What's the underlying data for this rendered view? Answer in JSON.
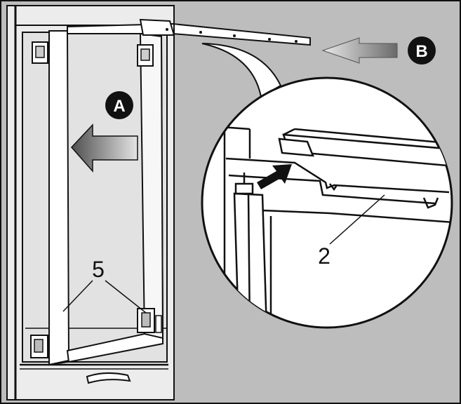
{
  "labels": {
    "arrow_a": "A",
    "arrow_b": "B",
    "part_2": "2",
    "part_5": "5"
  },
  "colors": {
    "wall": "#bdbdbd",
    "cabinet": "#ececec",
    "frame": "#ffffff",
    "detail_bg": "#ffffff",
    "line": "#111111",
    "badge": "#111111",
    "badge_text": "#ffffff",
    "arrow_dark": "#5a5a5a",
    "arrow_light": "#e6e6e6"
  }
}
